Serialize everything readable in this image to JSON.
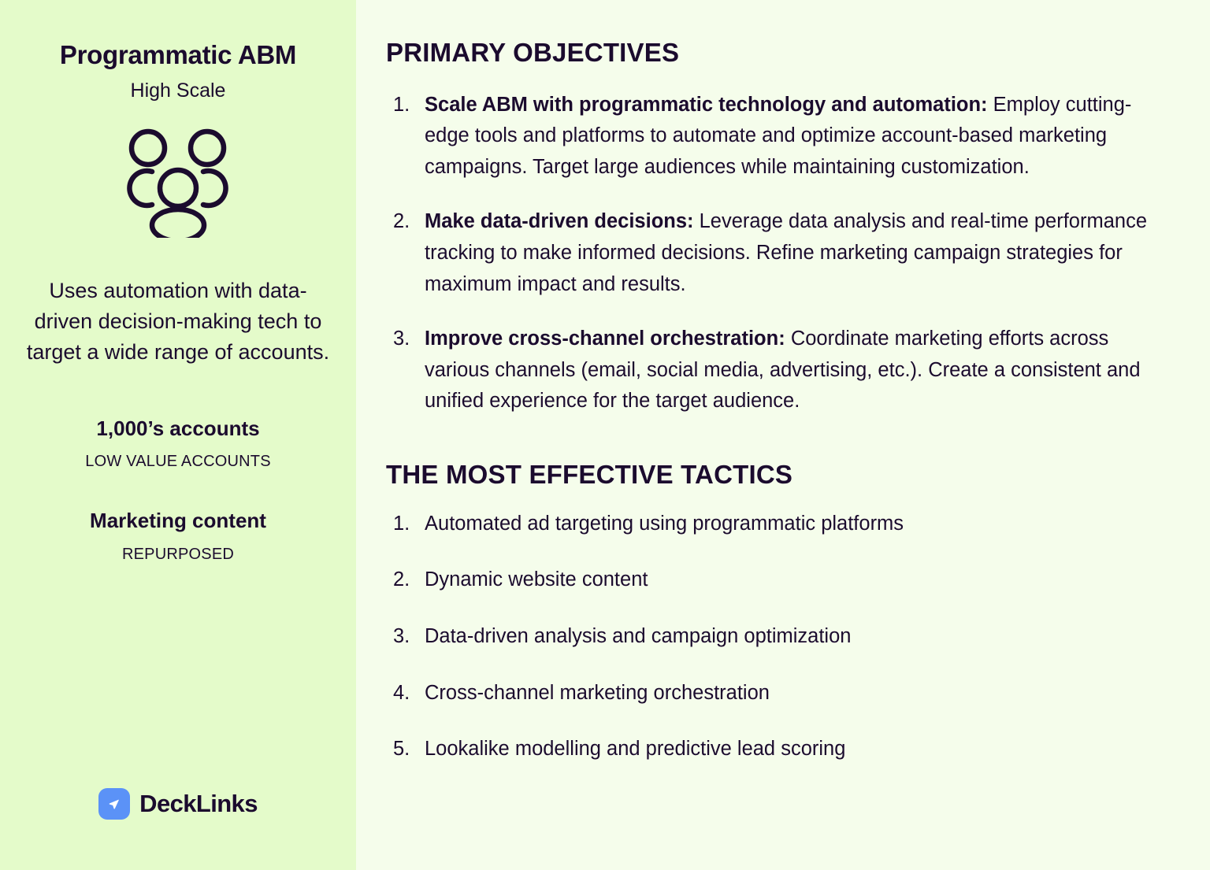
{
  "colors": {
    "left_panel_bg": "#e4fbca",
    "right_panel_bg": "#f5fdeb",
    "text": "#1b0b2e",
    "logo_mark_bg": "#5b92f7",
    "logo_glyph": "#ffffff"
  },
  "left": {
    "title": "Programmatic ABM",
    "subtitle": "High Scale",
    "icon_name": "audience-group-icon",
    "description": "Uses automation with data-driven decision-making tech to target a wide range of accounts.",
    "stats": [
      {
        "value": "1,000’s accounts",
        "label": "LOW VALUE ACCOUNTS"
      },
      {
        "value": "Marketing content",
        "label": "REPURPOSED"
      }
    ],
    "logo": {
      "icon_name": "paper-plane-icon",
      "text": "DeckLinks"
    }
  },
  "right": {
    "objectives_heading": "PRIMARY OBJECTIVES",
    "objectives": [
      {
        "num": "1.",
        "lead": "Scale ABM with programmatic technology and automation:",
        "body": "Employ cutting-edge tools and platforms to automate and optimize account-based marketing campaigns. Target large audiences while maintaining customization."
      },
      {
        "num": "2.",
        "lead": "Make data-driven decisions:",
        "body": "Leverage data analysis and real-time performance tracking to make informed decisions. Refine marketing campaign strategies for maximum impact and results."
      },
      {
        "num": "3.",
        "lead": "Improve cross-channel orchestration:",
        "body": "Coordinate marketing efforts across various channels (email, social media, advertising, etc.). Create a consistent and unified experience for the target audience."
      }
    ],
    "tactics_heading": "THE MOST EFFECTIVE TACTICS",
    "tactics": [
      {
        "num": "1.",
        "text": "Automated ad targeting using programmatic platforms"
      },
      {
        "num": "2.",
        "text": "Dynamic website content"
      },
      {
        "num": "3.",
        "text": "Data-driven analysis and campaign optimization"
      },
      {
        "num": "4.",
        "text": "Cross-channel marketing orchestration"
      },
      {
        "num": "5.",
        "text": "Lookalike modelling and predictive lead scoring"
      }
    ]
  }
}
